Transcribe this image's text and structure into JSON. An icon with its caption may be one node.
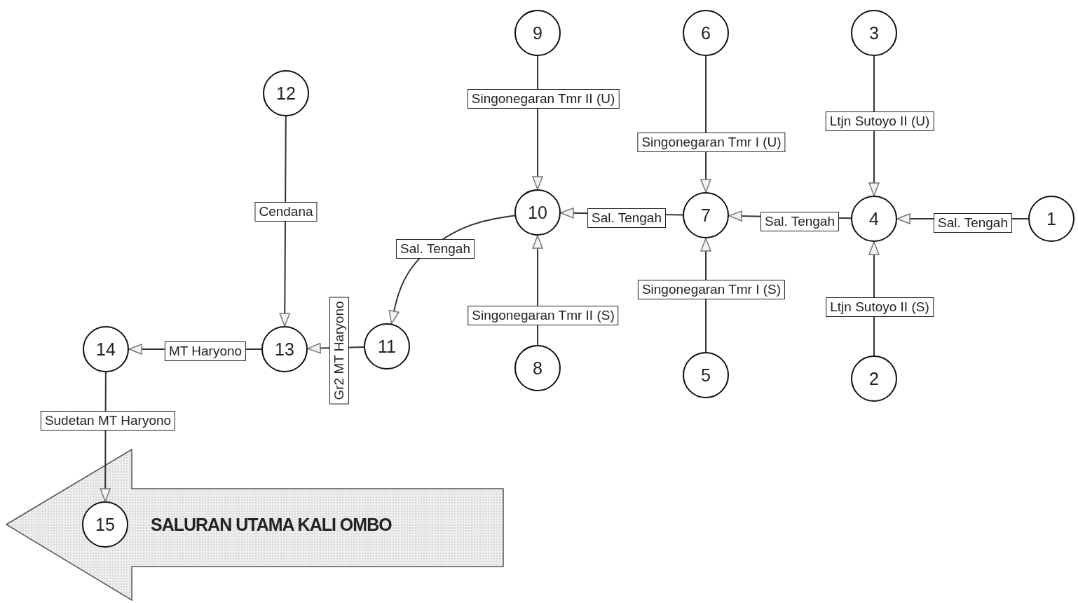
{
  "diagram": {
    "nodes": [
      {
        "text": [
          "1"
        ]
      },
      {
        "text": [
          "2"
        ]
      },
      {
        "text": [
          "3"
        ]
      },
      {
        "text": [
          "4"
        ]
      },
      {
        "text": [
          "5"
        ]
      },
      {
        "text": [
          "6"
        ]
      },
      {
        "text": [
          "7"
        ]
      },
      {
        "text": [
          "8"
        ]
      },
      {
        "text": [
          "9"
        ]
      },
      {
        "text": [
          "10"
        ]
      },
      {
        "text": [
          "11"
        ]
      },
      {
        "text": [
          "12"
        ]
      },
      {
        "text": [
          "13"
        ]
      },
      {
        "text": [
          "14"
        ]
      },
      {
        "text": [
          "SALURAN UTAMA KALI OMBO"
        ]
      },
      {
        "text": [
          "15"
        ],
        "in": 14
      }
    ],
    "edges": [
      {
        "from": 0,
        "to": 3,
        "arrow": "to",
        "label": "Sal. Tengah"
      },
      {
        "from": 1,
        "to": 3,
        "arrow": "to",
        "label": "Ltjn Sutoyo II (S)"
      },
      {
        "from": 2,
        "to": 3,
        "arrow": "to",
        "label": "Ltjn Sutoyo II (U)"
      },
      {
        "from": 3,
        "to": 6,
        "arrow": "to",
        "label": "Sal. Tengah"
      },
      {
        "from": 4,
        "to": 6,
        "arrow": "to",
        "label": "Singonegaran Tmr I (S)"
      },
      {
        "from": 5,
        "to": 6,
        "arrow": "to",
        "label": "Singonegaran Tmr I (U)"
      },
      {
        "from": 6,
        "to": 9,
        "arrow": "to",
        "label": "Sal. Tengah"
      },
      {
        "from": 7,
        "to": 9,
        "arrow": "to",
        "label": "Singonegaran Tmr II (S)"
      },
      {
        "from": 8,
        "to": 9,
        "arrow": "to",
        "label": "Singonegaran Tmr II (U)"
      },
      {
        "from": 9,
        "to": 10,
        "arrow": "to",
        "label": "Sal. Tengah"
      },
      {
        "from": 10,
        "to": 12,
        "arrow": "to",
        "label": "Gr2 MT Haryono"
      },
      {
        "from": 11,
        "to": 12,
        "arrow": "to",
        "label": "Cendana"
      },
      {
        "from": 12,
        "to": 13,
        "arrow": "to",
        "label": "MT Haryono"
      },
      {
        "from": 13,
        "to": 15,
        "arrow": "to",
        "label": "Sudetan MT Haryono"
      }
    ]
  }
}
